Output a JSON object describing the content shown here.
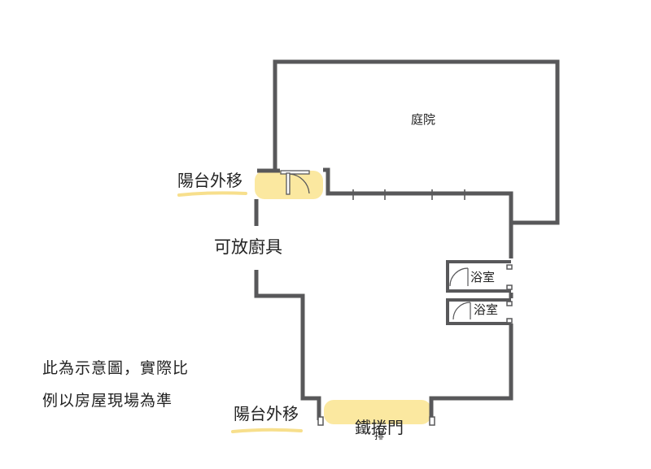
{
  "labels": {
    "courtyard": "庭院",
    "balcony_top": "陽台外移",
    "kitchen": "可放廚具",
    "bathroom_1": "浴室",
    "bathroom_2": "浴室",
    "balcony_bottom": "陽台外移",
    "iron_gate": "鐵捲門",
    "iron_gate_sub": "排"
  },
  "note": {
    "line1": "此為示意圖，實際比",
    "line2": "例以房屋現場為準"
  },
  "colors": {
    "wall": "#58585a",
    "highlight": "#fbe8a0",
    "underline": "#f7df8c",
    "text": "#222222"
  }
}
